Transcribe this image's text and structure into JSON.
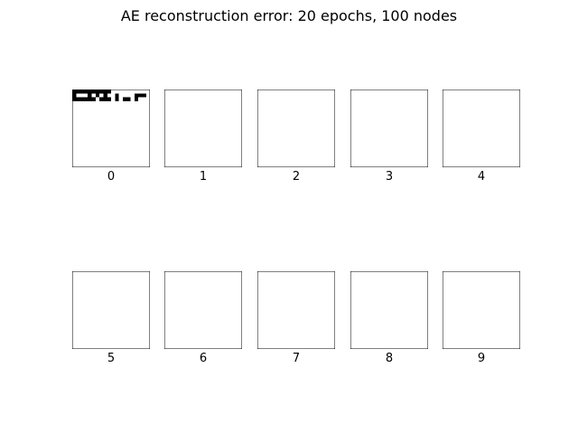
{
  "chart_data": {
    "type": "heatmap",
    "title": "AE reconstruction error: 20 epochs, 100 nodes",
    "colormap": "binary",
    "panels": [
      {
        "label": "0",
        "grid": [
          "11111111110000000000",
          "10001010100100001110",
          "11111101110101101000",
          "00000000000000000000",
          "00000000000000000000",
          "00000000000000000000",
          "00000000000000000000",
          "00000000000000000000",
          "00000000000000000000",
          "00000000000000000000",
          "00000000000000000000",
          "00000000000000000000",
          "00000000000000000000",
          "00000000000000000000",
          "00000000000000000000",
          "00000000000000000000",
          "00000000000000000000",
          "00000000000000000000",
          "00000000000000000000",
          "00000000000000000000"
        ]
      },
      {
        "label": "1",
        "grid": [
          "00000000000000000000",
          "00000000000000000000",
          "00000000000000000000",
          "00000000000000000000",
          "00000000000000000000",
          "00000000000000000000",
          "00000000000000000000",
          "00000000000000000000",
          "00000000000000000000",
          "00000000000000000000",
          "00000000000000000000",
          "00000000000000000000",
          "00000000000000000000",
          "00000000000000000000",
          "00000000000000000000",
          "00000000000000000000",
          "00000000000000000000",
          "00000000000000000000",
          "00000000000000000000",
          "00000000000000000000"
        ]
      },
      {
        "label": "2",
        "grid": [
          "00000000000000000000",
          "00000000000000000000",
          "00000000000000000000",
          "00000000000000000000",
          "00000000000000000000",
          "00000000000000000000",
          "00000000000000000000",
          "00000000000000000000",
          "00000000000000000000",
          "00000000000000000000",
          "00000000000000000000",
          "00000000000000000000",
          "00000000000000000000",
          "00000000000000000000",
          "00000000000000000000",
          "00000000000000000000",
          "00000000000000000000",
          "00000000000000000000",
          "00000000000000000000",
          "00000000000000000000"
        ]
      },
      {
        "label": "3",
        "grid": [
          "00000000000000000000",
          "00000000000000000000",
          "00000000000000000000",
          "00000000000000000000",
          "00000000000000000000",
          "00000000000000000000",
          "00000000000000000000",
          "00000000000000000000",
          "00000000000000000000",
          "00000000000000000000",
          "00000000000000000000",
          "00000000000000000000",
          "00000000000000000000",
          "00000000000000000000",
          "00000000000000000000",
          "00000000000000000000",
          "00000000000000000000",
          "00000000000000000000",
          "00000000000000000000",
          "00000000000000000000"
        ]
      },
      {
        "label": "4",
        "grid": [
          "00000000000000000000",
          "00000000000000000000",
          "00000000000000000000",
          "00000000000000000000",
          "00000000000000000000",
          "00000000000000000000",
          "00000000000000000000",
          "00000000000000000000",
          "00000000000000000000",
          "00000000000000000000",
          "00000000000000000000",
          "00000000000000000000",
          "00000000000000000000",
          "00000000000000000000",
          "00000000000000000000",
          "00000000000000000000",
          "00000000000000000000",
          "00000000000000000000",
          "00000000000000000000",
          "00000000000000000000"
        ]
      },
      {
        "label": "5",
        "grid": [
          "00000000000000000000",
          "00000000000000000000",
          "00000000000000000000",
          "00000000000000000000",
          "00000000000000000000",
          "00000000000000000000",
          "00000000000000000000",
          "00000000000000000000",
          "00000000000000000000",
          "00000000000000000000",
          "00000000000000000000",
          "00000000000000000000",
          "00000000000000000000",
          "00000000000000000000",
          "00000000000000000000",
          "00000000000000000000",
          "00000000000000000000",
          "00000000000000000000",
          "00000000000000000000",
          "00000000000000000000"
        ]
      },
      {
        "label": "6",
        "grid": [
          "00000000000000000000",
          "00000000000000000000",
          "00000000000000000000",
          "00000000000000000000",
          "00000000000000000000",
          "00000000000000000000",
          "00000000000000000000",
          "00000000000000000000",
          "00000000000000000000",
          "00000000000000000000",
          "00000000000000000000",
          "00000000000000000000",
          "00000000000000000000",
          "00000000000000000000",
          "00000000000000000000",
          "00000000000000000000",
          "00000000000000000000",
          "00000000000000000000",
          "00000000000000000000",
          "00000000000000000000"
        ]
      },
      {
        "label": "7",
        "grid": [
          "00000000000000000000",
          "00000000000000000000",
          "00000000000000000000",
          "00000000000000000000",
          "00000000000000000000",
          "00000000000000000000",
          "00000000000000000000",
          "00000000000000000000",
          "00000000000000000000",
          "00000000000000000000",
          "00000000000000000000",
          "00000000000000000000",
          "00000000000000000000",
          "00000000000000000000",
          "00000000000000000000",
          "00000000000000000000",
          "00000000000000000000",
          "00000000000000000000",
          "00000000000000000000",
          "00000000000000000000"
        ]
      },
      {
        "label": "8",
        "grid": [
          "00000000000000000000",
          "00000000000000000000",
          "00000000000000000000",
          "00000000000000000000",
          "00000000000000000000",
          "00000000000000000000",
          "00000000000000000000",
          "00000000000000000000",
          "00000000000000000000",
          "00000000000000000000",
          "00000000000000000000",
          "00000000000000000000",
          "00000000000000000000",
          "00000000000000000000",
          "00000000000000000000",
          "00000000000000000000",
          "00000000000000000000",
          "00000000000000000000",
          "00000000000000000000",
          "00000000000000000000"
        ]
      },
      {
        "label": "9",
        "grid": [
          "00000000000000000000",
          "00000000000000000000",
          "00000000000000000000",
          "00000000000000000000",
          "00000000000000000000",
          "00000000000000000000",
          "00000000000000000000",
          "00000000000000000000",
          "00000000000000000000",
          "00000000000000000000",
          "00000000000000000000",
          "00000000000000000000",
          "00000000000000000000",
          "00000000000000000000",
          "00000000000000000000",
          "00000000000000000000",
          "00000000000000000000",
          "00000000000000000000",
          "00000000000000000000",
          "00000000000000000000"
        ]
      }
    ]
  }
}
